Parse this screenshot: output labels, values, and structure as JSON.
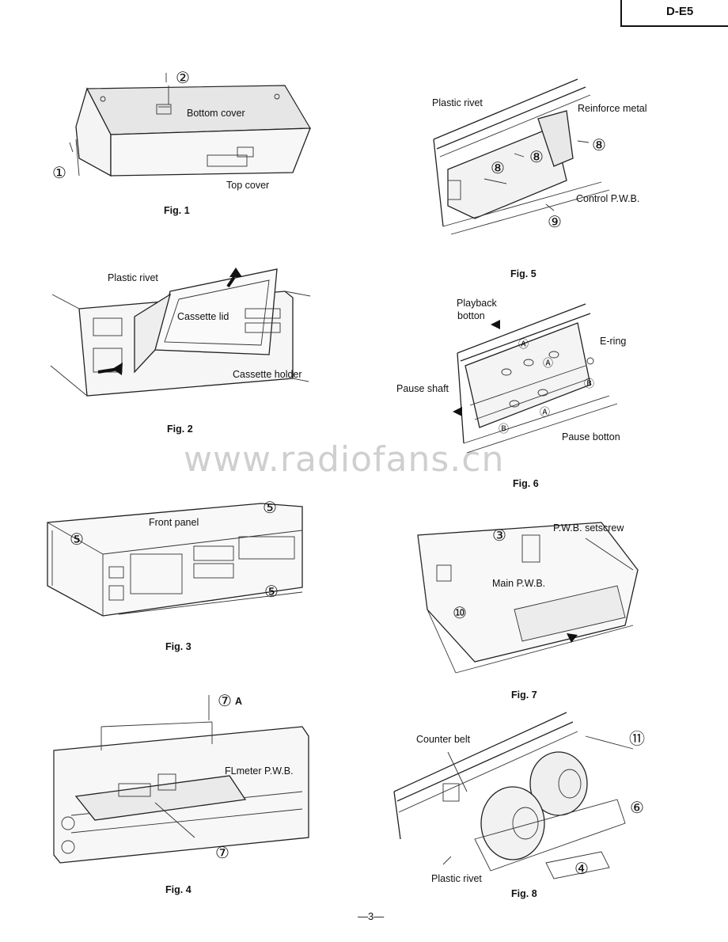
{
  "header": {
    "model": "D-E5"
  },
  "watermark": "www.radiofans.cn",
  "page_number": "—3—",
  "fig1": {
    "caption": "Fig. 1",
    "labels": {
      "bottom_cover": "Bottom cover",
      "top_cover": "Top cover"
    },
    "callouts": {
      "one": "①",
      "two": "②"
    }
  },
  "fig2": {
    "caption": "Fig. 2",
    "labels": {
      "plastic_rivet": "Plastic rivet",
      "cassette_lid": "Cassette lid",
      "cassette_holder": "Cassette holder"
    }
  },
  "fig3": {
    "caption": "Fig. 3",
    "labels": {
      "front_panel": "Front panel"
    },
    "callouts": {
      "five": "⑤"
    }
  },
  "fig4": {
    "caption": "Fig. 4",
    "labels": {
      "fl_meter": "FLmeter P.W.B."
    },
    "callouts": {
      "seven": "⑦",
      "seven_a_suffix": "A"
    }
  },
  "fig5": {
    "caption": "Fig. 5",
    "labels": {
      "plastic_rivet": "Plastic rivet",
      "reinforce_metal": "Reinforce metal",
      "control_pwb": "Control P.W.B."
    },
    "callouts": {
      "eight": "⑧",
      "nine": "⑨"
    }
  },
  "fig6": {
    "caption": "Fig. 6",
    "labels": {
      "playback_line1": "Playback",
      "playback_line2": "botton",
      "e_ring": "E-ring",
      "pause_shaft": "Pause shaft",
      "pause_botton": "Pause botton"
    },
    "markers": {
      "a": "Ⓐ",
      "b": "Ⓑ"
    }
  },
  "fig7": {
    "caption": "Fig. 7",
    "labels": {
      "pwb_setscrew": "P.W.B. setscrew",
      "main_pwb": "Main P.W.B."
    },
    "callouts": {
      "three": "③",
      "ten": "⑩"
    }
  },
  "fig8": {
    "caption": "Fig. 8",
    "labels": {
      "counter_belt": "Counter belt",
      "plastic_rivet": "Plastic rivet"
    },
    "callouts": {
      "eleven": "⑪",
      "six": "⑥",
      "four": "④"
    }
  }
}
